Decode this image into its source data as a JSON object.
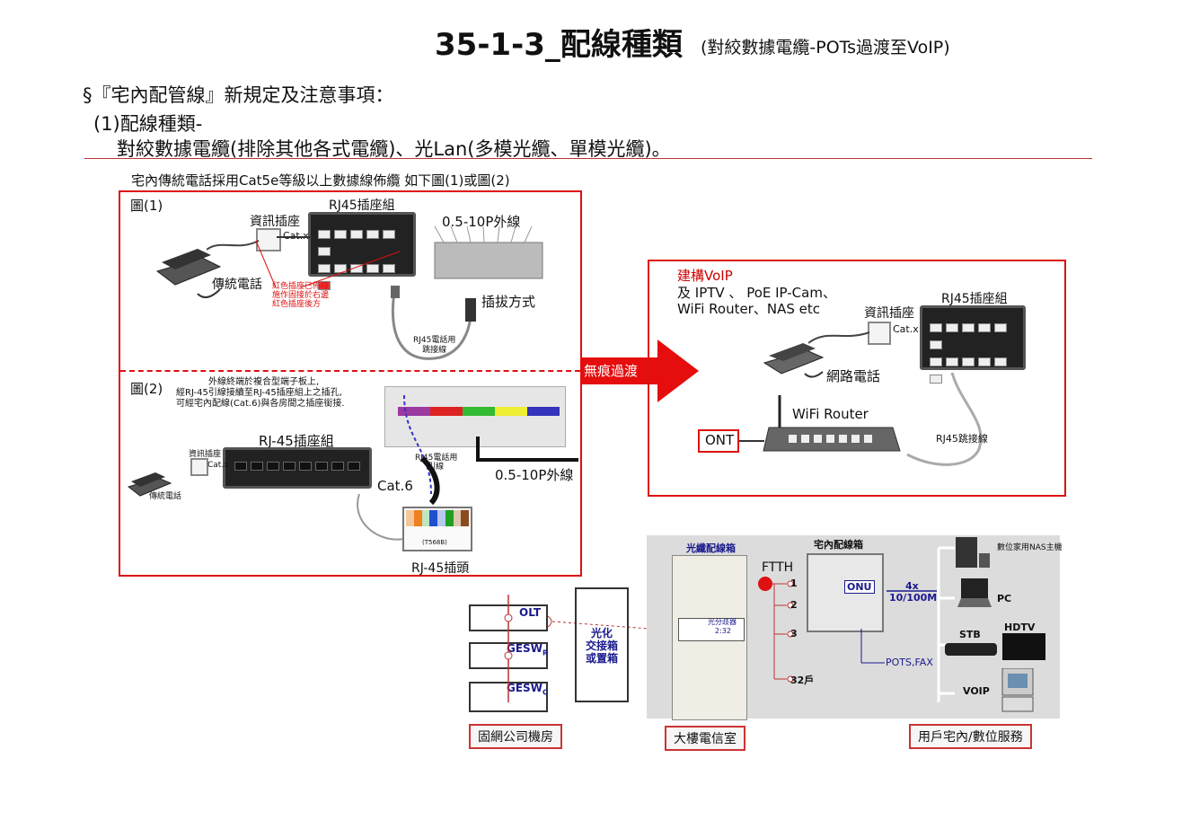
{
  "title": "35-1-3_配線種類",
  "subtitle": "(對絞數據電纜-POTs過渡至VoIP)",
  "heading1": "§『宅內配管線』新規定及注意事項：",
  "heading2": "(1)配線種類-",
  "heading3": "對絞數據電纜(排除其他各式電纜)、光Lan(多模光纜、單模光纜)。",
  "caption": "宅內傳統電話採用Cat5e等級以上數據線佈纜 如下圖(1)或圖(2)",
  "fig1": {
    "label": "圖(1)",
    "rj45_group": "RJ45插座組",
    "outlet": "資訊插座",
    "cat": "Cat.x",
    "outer_line": "0.5-10P外線",
    "phone": "傳統電話",
    "red_note": [
      "紅色插座已佈線",
      "施作固接於右邊",
      "紅色插座後方"
    ],
    "plug_method": "插拔方式",
    "patch": [
      "RJ45電話用",
      "跳接線"
    ]
  },
  "fig2": {
    "label": "圖(2)",
    "note": [
      "外線終端於複合型端子板上,",
      "經RJ-45引線接續至RJ-45插座組上之插孔,",
      "可經宅內配線(Cat.6)與各房間之插座銜接."
    ],
    "rj45_group": "RJ-45插座組",
    "outlet": "資訊插座",
    "cat": "Cat.x",
    "phone": "傳統電話",
    "lead": [
      "RJ45電話用",
      "引線"
    ],
    "cat6": "Cat.6",
    "outer_line": "0.5-10P外線",
    "plug": "RJ-45插頭",
    "t568b": "(T568B)",
    "pins": [
      "白橙",
      "橙",
      "白綠",
      "藍",
      "白藍",
      "綠",
      "白棕",
      "棕"
    ]
  },
  "arrow_label": "無痕過渡",
  "voip": {
    "title": "建構VoIP",
    "line2": "及 IPTV 、 PoE IP-Cam、",
    "line3": "WiFi Router、NAS etc",
    "outlet": "資訊插座",
    "cat": "Cat.x",
    "rj45_group": "RJ45插座組",
    "phone": "網路電話",
    "wifi": "WiFi Router",
    "ont": "ONT",
    "patch": "RJ45跳接線"
  },
  "network": {
    "olt": "OLT",
    "gesw_r": "GESW",
    "gesw_r_sub": "R",
    "gesw_c": "GESW",
    "gesw_c_sub": "C",
    "opt_box": [
      "光化",
      "交接箱",
      "或置箱"
    ],
    "fiber_box": "光纖配線箱",
    "splitter": [
      "光分歧器",
      "2:32"
    ],
    "ftth": "FTTH",
    "ports": [
      "1",
      "2",
      "3",
      "32戶"
    ],
    "home_box": "宅內配線箱",
    "onu": "ONU",
    "speed": [
      "4x",
      "10/100M"
    ],
    "pots": "POTS,FAX",
    "nas": "數位家用NAS主機",
    "pc": "PC",
    "hdtv": "HDTV",
    "stb": "STB",
    "voip": "VOIP",
    "label_left": "固網公司機房",
    "label_mid": "大樓電信室",
    "label_right": "用戶宅內/數位服務"
  },
  "colors": {
    "red": "#d11111",
    "navy": "#1a1a8c",
    "label_bg": "#f2f2f2"
  }
}
